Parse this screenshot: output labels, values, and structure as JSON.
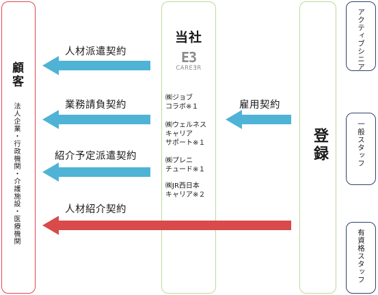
{
  "client": {
    "title": "顧客",
    "subtitle": "法人企業・行政機関・介護施設・医療機関"
  },
  "company": {
    "title": "当社",
    "logo_mark": "E3",
    "logo_text": "CAREƎR",
    "groups": [
      [
        "㈱ジョブ",
        "コラボ※１"
      ],
      [
        "㈱ウェルネス",
        "キャリア",
        "サポート※１"
      ],
      [
        "㈱プレニ",
        "チュード※１"
      ],
      [
        "㈱JR西日本",
        "キャリア※２"
      ]
    ]
  },
  "register": {
    "title": "登録"
  },
  "staff": [
    "アクティブシニア",
    "一般スタッフ",
    "有資格スタッフ"
  ],
  "contracts": {
    "dispatch": "人材派遣契約",
    "outsourcing": "業務請負契約",
    "temp_to_perm": "紹介予定派遣契約",
    "placement": "人材紹介契約",
    "employment": "雇用契約"
  },
  "colors": {
    "arrow_blue": "#4fb3d6",
    "arrow_red": "#d94a4a",
    "client_border": "#e0434b",
    "green_border": "#bcd99a",
    "staff_border": "#2b3e6b"
  }
}
